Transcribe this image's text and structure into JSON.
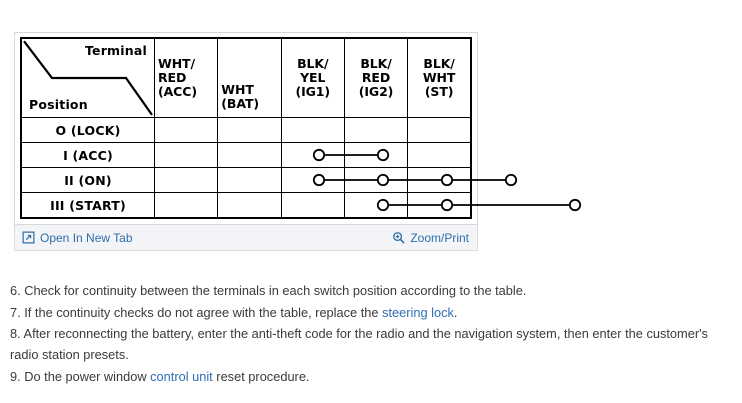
{
  "figure": {
    "name": "ignition-switch-continuity-table",
    "corner": {
      "terminal_label": "Terminal",
      "position_label": "Position"
    },
    "columns": [
      {
        "id": "acc",
        "line1": "WHT/",
        "line2": "RED",
        "line3": "(ACC)",
        "align": "align-left"
      },
      {
        "id": "bat",
        "line1": "WHT",
        "line2": "(BAT)",
        "line3": "",
        "align": "align-bottom"
      },
      {
        "id": "ig1",
        "line1": "BLK/",
        "line2": "YEL",
        "line3": "(IG1)",
        "align": "align-center"
      },
      {
        "id": "ig2",
        "line1": "BLK/",
        "line2": "RED",
        "line3": "(IG2)",
        "align": "align-center"
      },
      {
        "id": "st",
        "line1": "BLK/",
        "line2": "WHT",
        "line3": "(ST)",
        "align": "align-center"
      }
    ],
    "rows": [
      {
        "position": "O (LOCK)",
        "dots": [],
        "segments": []
      },
      {
        "position": "I (ACC)",
        "dots": [
          "acc",
          "bat"
        ],
        "segments": [
          [
            "acc",
            "bat"
          ]
        ]
      },
      {
        "position": "II (ON)",
        "dots": [
          "acc",
          "bat",
          "ig1",
          "ig2"
        ],
        "segments": [
          [
            "acc",
            "ig2"
          ]
        ]
      },
      {
        "position": "III (START)",
        "dots": [
          "bat",
          "ig1",
          "st"
        ],
        "segments": [
          [
            "bat",
            "st"
          ]
        ]
      }
    ],
    "toolbar": {
      "open_new_tab_label": "Open In New Tab",
      "open_new_tab_icon": "open-in-new-tab-icon",
      "zoom_print_label": "Zoom/Print",
      "zoom_print_icon": "magnifier-plus-icon",
      "link_color": "#2e6da8"
    }
  },
  "steps": {
    "s6": {
      "num": "6. ",
      "text": "Check for continuity between the terminals in each switch position according to the table."
    },
    "s7": {
      "num": "7. ",
      "pre": "If the continuity checks do not agree with the table, replace the ",
      "link": "steering lock",
      "post": "."
    },
    "s8": {
      "num": "8. ",
      "text": "After reconnecting the battery, enter the anti-theft code for the radio and the navigation system, then enter the customer's radio station presets."
    },
    "s9": {
      "num": "9. ",
      "pre": "Do the power window ",
      "link": "control unit",
      "post": " reset procedure."
    }
  }
}
